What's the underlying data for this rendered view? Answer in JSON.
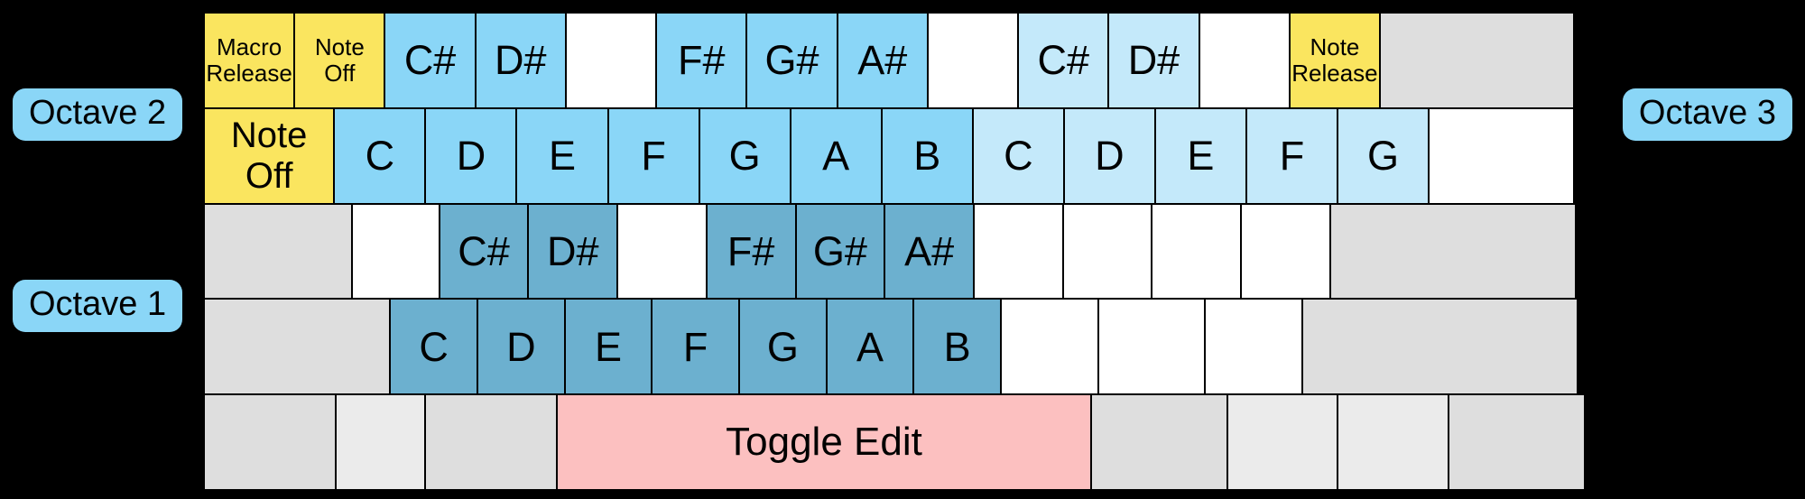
{
  "labels": {
    "octave2": "Octave 2",
    "octave1": "Octave 1",
    "octave3": "Octave 3"
  },
  "colors": {
    "background": "#000000",
    "yellow": "#fae55f",
    "sky_blue": "#8ad6f7",
    "light_sky_blue": "#c4e9fa",
    "steel_blue": "#6cb0cf",
    "pink": "#fcc0c0",
    "gray": "#dedede",
    "white": "#ffffff"
  },
  "rows": [
    {
      "name": "octave2-black-keys-row",
      "cells": [
        {
          "label": "Macro\nRelease",
          "fill": "f-yellow",
          "size": "t-small",
          "w": 1
        },
        {
          "label": "Note\nOff",
          "fill": "f-yellow",
          "size": "t-small",
          "w": 1
        },
        {
          "label": "C#",
          "fill": "f-sky",
          "size": "t-big",
          "w": 1
        },
        {
          "label": "D#",
          "fill": "f-sky",
          "size": "t-big",
          "w": 1
        },
        {
          "label": "",
          "fill": "f-white",
          "size": "t-big",
          "w": 1
        },
        {
          "label": "F#",
          "fill": "f-sky",
          "size": "t-big",
          "w": 1
        },
        {
          "label": "G#",
          "fill": "f-sky",
          "size": "t-big",
          "w": 1
        },
        {
          "label": "A#",
          "fill": "f-sky",
          "size": "t-big",
          "w": 1
        },
        {
          "label": "",
          "fill": "f-white",
          "size": "t-big",
          "w": 1
        },
        {
          "label": "C#",
          "fill": "f-lightsky",
          "size": "t-big",
          "w": 1
        },
        {
          "label": "D#",
          "fill": "f-lightsky",
          "size": "t-big",
          "w": 1
        },
        {
          "label": "",
          "fill": "f-white",
          "size": "t-big",
          "w": 1
        },
        {
          "label": "Note\nRelease",
          "fill": "f-yellow",
          "size": "t-small",
          "w": 1
        },
        {
          "label": "",
          "fill": "f-gray",
          "size": "t-big",
          "w": 2.12
        }
      ]
    },
    {
      "name": "octave2-white-keys-row",
      "cells": [
        {
          "label": "Note\nOff",
          "fill": "f-yellow",
          "size": "t-mid",
          "w": 1.42
        },
        {
          "label": "C",
          "fill": "f-sky",
          "size": "t-big",
          "w": 1.0
        },
        {
          "label": "D",
          "fill": "f-sky",
          "size": "t-big",
          "w": 1.0
        },
        {
          "label": "E",
          "fill": "f-sky",
          "size": "t-big",
          "w": 1.0
        },
        {
          "label": "F",
          "fill": "f-sky",
          "size": "t-big",
          "w": 1.0
        },
        {
          "label": "G",
          "fill": "f-sky",
          "size": "t-big",
          "w": 1.0
        },
        {
          "label": "A",
          "fill": "f-sky",
          "size": "t-big",
          "w": 1.0
        },
        {
          "label": "B",
          "fill": "f-sky",
          "size": "t-big",
          "w": 1.0
        },
        {
          "label": "C",
          "fill": "f-lightsky",
          "size": "t-big",
          "w": 1.0
        },
        {
          "label": "D",
          "fill": "f-lightsky",
          "size": "t-big",
          "w": 1.0
        },
        {
          "label": "E",
          "fill": "f-lightsky",
          "size": "t-big",
          "w": 1.0
        },
        {
          "label": "F",
          "fill": "f-lightsky",
          "size": "t-big",
          "w": 1.0
        },
        {
          "label": "G",
          "fill": "f-lightsky",
          "size": "t-big",
          "w": 1.0
        },
        {
          "label": "",
          "fill": "f-white",
          "size": "t-big",
          "w": 1.58
        }
      ]
    },
    {
      "name": "octave1-black-keys-row",
      "cells": [
        {
          "label": "",
          "fill": "f-gray",
          "size": "t-big",
          "w": 1.42
        },
        {
          "label": "",
          "fill": "f-white",
          "size": "t-big",
          "w": 0.84
        },
        {
          "label": "C#",
          "fill": "f-steel",
          "size": "t-big",
          "w": 0.86
        },
        {
          "label": "D#",
          "fill": "f-steel",
          "size": "t-big",
          "w": 0.86
        },
        {
          "label": "",
          "fill": "f-white",
          "size": "t-big",
          "w": 0.86
        },
        {
          "label": "F#",
          "fill": "f-steel",
          "size": "t-big",
          "w": 0.86
        },
        {
          "label": "G#",
          "fill": "f-steel",
          "size": "t-big",
          "w": 0.86
        },
        {
          "label": "A#",
          "fill": "f-steel",
          "size": "t-big",
          "w": 0.86
        },
        {
          "label": "",
          "fill": "f-white",
          "size": "t-big",
          "w": 0.86
        },
        {
          "label": "",
          "fill": "f-white",
          "size": "t-big",
          "w": 0.86
        },
        {
          "label": "",
          "fill": "f-white",
          "size": "t-big",
          "w": 0.86
        },
        {
          "label": "",
          "fill": "f-white",
          "size": "t-big",
          "w": 0.86
        },
        {
          "label": "",
          "fill": "f-gray",
          "size": "t-big",
          "w": 2.34
        }
      ]
    },
    {
      "name": "octave1-white-keys-row",
      "cells": [
        {
          "label": "",
          "fill": "f-gray",
          "size": "t-big",
          "w": 1.9
        },
        {
          "label": "C",
          "fill": "f-steel",
          "size": "t-big",
          "w": 0.9
        },
        {
          "label": "D",
          "fill": "f-steel",
          "size": "t-big",
          "w": 0.9
        },
        {
          "label": "E",
          "fill": "f-steel",
          "size": "t-big",
          "w": 0.9
        },
        {
          "label": "F",
          "fill": "f-steel",
          "size": "t-big",
          "w": 0.9
        },
        {
          "label": "G",
          "fill": "f-steel",
          "size": "t-big",
          "w": 0.9
        },
        {
          "label": "A",
          "fill": "f-steel",
          "size": "t-big",
          "w": 0.9
        },
        {
          "label": "B",
          "fill": "f-steel",
          "size": "t-big",
          "w": 0.9
        },
        {
          "label": "",
          "fill": "f-white",
          "size": "t-big",
          "w": 1.0
        },
        {
          "label": "",
          "fill": "f-white",
          "size": "t-big",
          "w": 1.1
        },
        {
          "label": "",
          "fill": "f-white",
          "size": "t-big",
          "w": 1.0
        },
        {
          "label": "",
          "fill": "f-gray",
          "size": "t-big",
          "w": 2.8
        }
      ]
    },
    {
      "name": "modifier-row",
      "cells": [
        {
          "label": "",
          "fill": "f-gray",
          "size": "t-big",
          "w": 1.55
        },
        {
          "label": "",
          "fill": "f-gray2",
          "size": "t-big",
          "w": 1.05
        },
        {
          "label": "",
          "fill": "f-gray",
          "size": "t-big",
          "w": 1.55
        },
        {
          "label": "Toggle Edit",
          "fill": "f-pink",
          "size": "t-toggle",
          "w": 6.2
        },
        {
          "label": "",
          "fill": "f-gray",
          "size": "t-big",
          "w": 1.6
        },
        {
          "label": "",
          "fill": "f-gray2",
          "size": "t-big",
          "w": 1.3
        },
        {
          "label": "",
          "fill": "f-gray2",
          "size": "t-big",
          "w": 1.3
        },
        {
          "label": "",
          "fill": "f-gray",
          "size": "t-big",
          "w": 1.6
        }
      ]
    }
  ]
}
